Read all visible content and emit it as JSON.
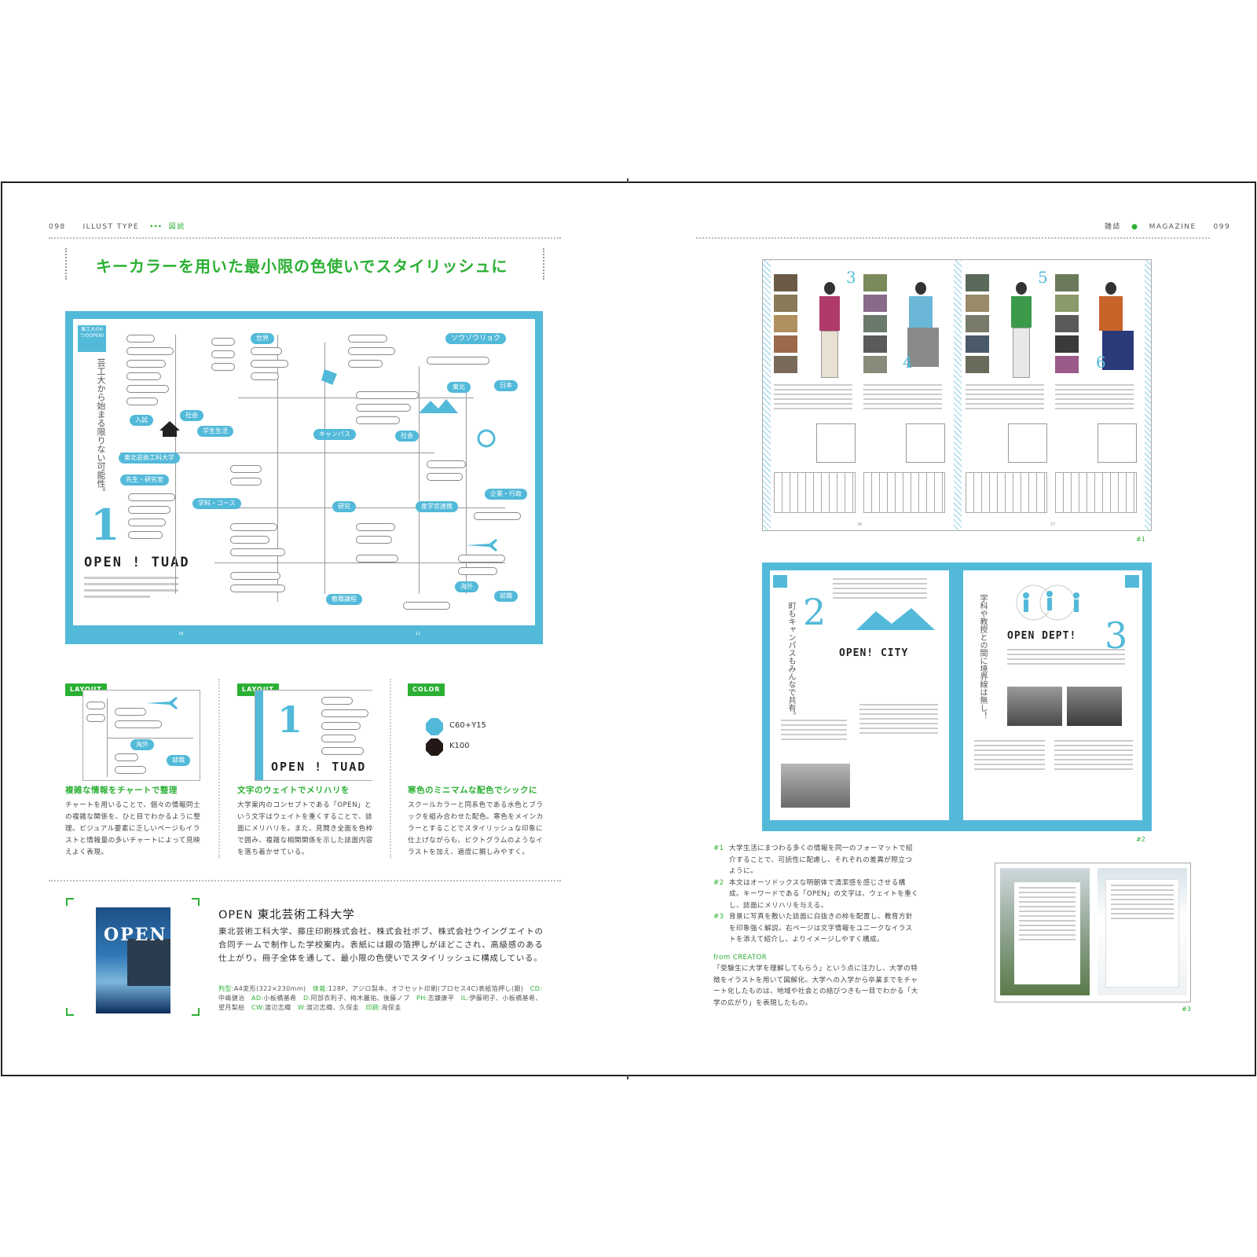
{
  "left_page": {
    "page_number": "098",
    "section": "ILLUST TYPE",
    "section_dots": "•••",
    "category": "図説",
    "headline": "キーカラーを用いた最小限の色使いでスタイリッシュに",
    "map": {
      "badge": "東工大の6つのOPEN!",
      "vertical_text": "芸工大から始まる限りない可能性。",
      "number": "1",
      "title": "OPEN ! TUAD",
      "nodes_blue": [
        "東北芸術工科大学",
        "入試",
        "学生生活",
        "キャンパス",
        "社会",
        "学科・コース",
        "産学官連携",
        "教職課程",
        "就職",
        "海外",
        "ソウゾウリョク",
        "東北",
        "日本",
        "企業・行政",
        "研究",
        "社会",
        "世界",
        "先生・研究室"
      ],
      "page_left": "18",
      "page_right": "11"
    },
    "features": [
      {
        "tag": "LAYOUT",
        "heading": "複雑な情報をチャートで整理",
        "body": "チャートを用いることで、個々の情報同士の複雑な関係を、ひと目でわかるように整理。ビジュアル要素に乏しいページもイラストと情報量の多いチャートによって見映えよく表現。",
        "thumb_nodes": [
          "海外",
          "就職"
        ]
      },
      {
        "tag": "LAYOUT",
        "heading": "文字のウェイトでメリハリを",
        "body": "大学案内のコンセプトである「OPEN」という文字はウェイトを重くすることで、誌面にメリハリを。また、見開き全面を色枠で囲み、複雑な相関関係を示した誌面内容を落ち着かせている。",
        "thumb_number": "1",
        "thumb_title": "OPEN ! TUAD"
      },
      {
        "tag": "COLOR",
        "heading": "寒色のミニマムな配色でシックに",
        "body": "スクールカラーと同系色である水色とブラックを組み合わせた配色。寒色をメインカラーとすることでスタイリッシュな印象に仕上げながらも、ピクトグラムのようなイラストを加え、適度に親しみやすく。",
        "swatches": [
          {
            "label": "C60+Y15",
            "color": "#52b9d9"
          },
          {
            "label": "K100",
            "color": "#231815"
          }
        ]
      }
    ],
    "product": {
      "cover_title": "OPEN",
      "title": "OPEN 東北芸術工科大学",
      "description": "東北芸術工科大学、藤庄印刷株式会社、株式会社ボブ、株式会社ウイングエイトの合同チームで制作した学校案内。表紙には銀の箔押しがほどこされ、高級感のある仕上がり。冊子全体を通して、最小限の色使いでスタイリッシュに構成している。",
      "credits": [
        {
          "k": "判型:",
          "v": "A4変形(322×230mm)　"
        },
        {
          "k": "体裁:",
          "v": "128P、アジロ製本、オフセット印刷(プロセス4C)表紙箔押し(銀)　"
        },
        {
          "k": "CD:",
          "v": "中嶋健治　"
        },
        {
          "k": "AD:",
          "v": "小板橋基希　"
        },
        {
          "k": "D:",
          "v": "阿部衣利子、梅木麗佑、後藤ノブ　"
        },
        {
          "k": "PH:",
          "v": "志鎌康平　"
        },
        {
          "k": "IL:",
          "v": "伊藤明子、小板橋基希、望月梨絵　"
        },
        {
          "k": "CW:",
          "v": "渡辺志織　"
        },
        {
          "k": "W:",
          "v": "渡辺志織、久保圭　"
        },
        {
          "k": "印刷:",
          "v": "海保圭"
        }
      ]
    }
  },
  "right_page": {
    "page_number": "099",
    "category": "雑誌",
    "bullet": "●",
    "section": "MAGAZINE",
    "spread1": {
      "label": "#1",
      "numbers": [
        "3",
        "4",
        "5",
        "6"
      ],
      "pages": [
        "36",
        "37"
      ]
    },
    "spread2": {
      "label": "#2",
      "left_number": "2",
      "left_title": "OPEN! CITY",
      "left_vertical": "町もキャンパスもみんなで共有。",
      "right_title": "OPEN DEPT!",
      "right_number": "3",
      "right_vertical": "学科や教授との間に境界線は無し！"
    },
    "spread3": {
      "label": "#3"
    },
    "notes": [
      {
        "k": "#1",
        "v": "大学生活にまつわる多くの情報を同一のフォーマットで紹介することで、可読性に配慮し、それぞれの差異が際立つように。"
      },
      {
        "k": "#2",
        "v": "本文はオーソドックスな明朝体で清潔感を感じさせる構成。キーワードである「OPEN」の文字は、ウェイトを重くし、誌面にメリハリを与える。"
      },
      {
        "k": "#3",
        "v": "背景に写真を敷いた誌面に白抜きの枠を配置し、教育方針を印象強く解説。右ページは文字情報をユニークなイラストを添えて紹介し、よりイメージしやすく構成。"
      }
    ],
    "from_creator_label": "from CREATOR",
    "from_creator_text": "「受験生に大学を理解してもらう」という点に注力し、大学の特徴をイラストを用いて図解化。大学への入学から卒業までをチャート化したものは、地域や社会との結びつきも一目でわかる「大学の広がり」を表現したもの。"
  },
  "colors": {
    "accent_green": "#2bb034",
    "key_blue": "#52b9d9",
    "black": "#231815"
  }
}
